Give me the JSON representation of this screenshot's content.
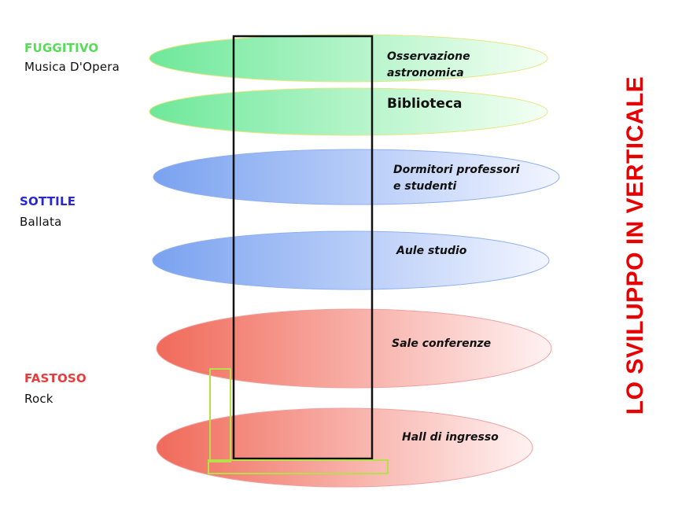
{
  "categories": [
    {
      "name": "FUGGITIVO",
      "genre": "Musica D'Opera",
      "color": "#55dd55"
    },
    {
      "name": "SOTTILE",
      "genre": "Ballata",
      "color": "#2828d0"
    },
    {
      "name": "FASTOSO",
      "genre": "Rock",
      "color": "#e83c3c"
    }
  ],
  "levels": [
    {
      "label_lines": [
        "Osservazione",
        "astronomica"
      ],
      "group": "green"
    },
    {
      "label_lines": [
        "Biblioteca"
      ],
      "group": "green"
    },
    {
      "label_lines": [
        "Dormitori professori",
        "e studenti"
      ],
      "group": "blue"
    },
    {
      "label_lines": [
        "Aule studio"
      ],
      "group": "blue"
    },
    {
      "label_lines": [
        "Sale conferenze"
      ],
      "group": "red"
    },
    {
      "label_lines": [
        "Hall di ingresso"
      ],
      "group": "red"
    }
  ],
  "group_colors": {
    "green": [
      "#6ee89a",
      "#f4fff4"
    ],
    "blue": [
      "#7aa2f0",
      "#f2f5ff"
    ],
    "red": [
      "#f06a5a",
      "#fff2f2"
    ]
  },
  "vertical_title": "LO SVILUPPO IN VERTICALE"
}
